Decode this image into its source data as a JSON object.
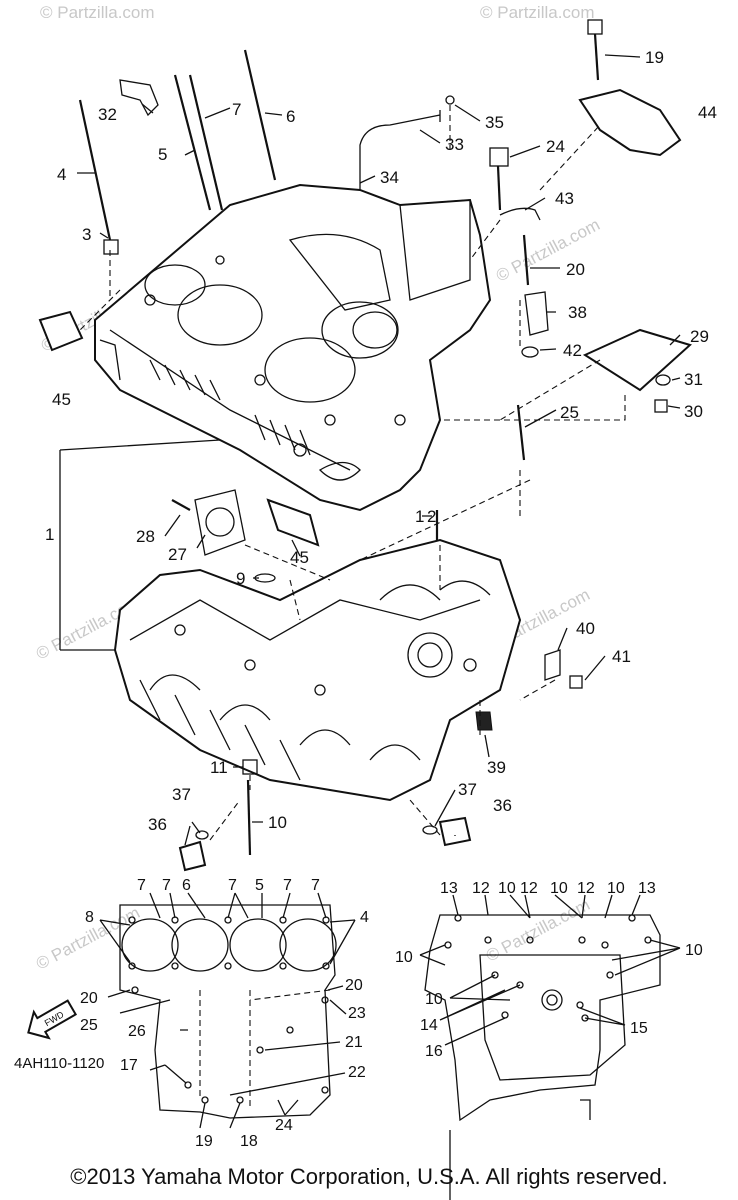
{
  "watermark": "© Partzilla.com",
  "fwd_label": "FWD",
  "drawing_code": "4AH110-1120",
  "copyright": "©2013 Yamaha Motor Corporation, U.S.A. All rights reserved.",
  "callouts": {
    "c1": "1",
    "c2": "2",
    "c3": "3",
    "c4": "4",
    "c5": "5",
    "c6": "6",
    "c7": "7",
    "c9": "9",
    "c10": "10",
    "c11": "11",
    "c19": "19",
    "c20": "20",
    "c24": "24",
    "c25": "25",
    "c27": "27",
    "c28": "28",
    "c29": "29",
    "c30": "30",
    "c31": "31",
    "c32": "32",
    "c33": "33",
    "c34": "34",
    "c35": "35",
    "c36a": "36",
    "c36b": "36",
    "c37a": "37",
    "c37b": "37",
    "c38": "38",
    "c39": "39",
    "c40": "40",
    "c41": "41",
    "c42": "42",
    "c43": "43",
    "c44": "44",
    "c45a": "45",
    "c45b": "45"
  },
  "left_layout": {
    "top": [
      "7",
      "7",
      "6",
      "7",
      "5",
      "7",
      "7"
    ],
    "n8": "8",
    "n4": "4",
    "n20a": "20",
    "n20b": "20",
    "n25": "25",
    "n23": "23",
    "n26": "26",
    "n21": "21",
    "n17": "17",
    "n22": "22",
    "n24": "24",
    "n19": "19",
    "n18": "18"
  },
  "right_layout": {
    "top": [
      "13",
      "12",
      "10",
      "12",
      "10",
      "12",
      "10",
      "13"
    ],
    "n10a": "10",
    "n10b": "10",
    "n10c": "10",
    "n14": "14",
    "n15": "15",
    "n16": "16"
  }
}
